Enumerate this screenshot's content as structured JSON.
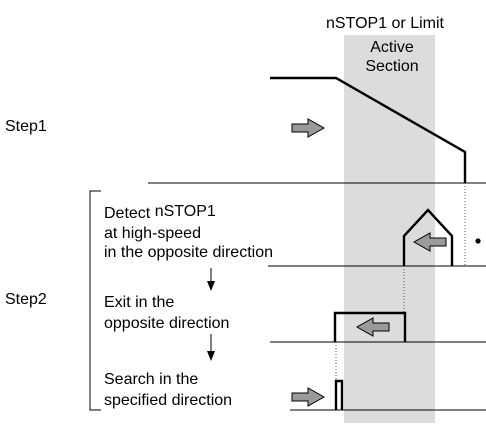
{
  "zone": {
    "title": "nSTOP1 or Limit",
    "line1": "Active",
    "line2": "Section",
    "color": "#dcdcdc"
  },
  "steps": {
    "step1": "Step1",
    "step2": "Step2"
  },
  "captions": {
    "detect1": "Detect",
    "detect1b": "nSTOP1",
    "detect2": "at high",
    "detect2b": "-speed",
    "detect3": "in the opposite direction",
    "exit1": "Exit in the",
    "exit2": "opposite direction",
    "search1": "Search in the",
    "search2": "specified direction"
  },
  "icons": {
    "arrow_right": "arrow-right-icon",
    "arrow_left": "arrow-left-icon",
    "arrow_down": "arrow-down-icon"
  }
}
